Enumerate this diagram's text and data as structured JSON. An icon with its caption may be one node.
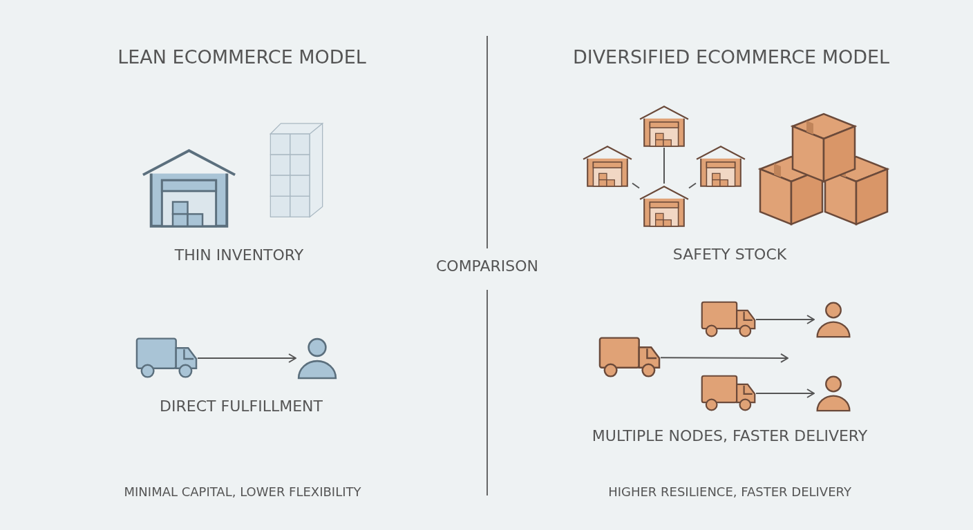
{
  "diagram": {
    "nodes": [
      {
        "text": [],
        "shape": "warehouse"
      },
      {
        "text": [],
        "shape": "boxes"
      },
      {
        "text": [],
        "shape": "truck"
      },
      {
        "text": [],
        "shape": "person"
      },
      {
        "text": [],
        "shape": "warehouse"
      },
      {
        "text": [],
        "shape": "warehouse"
      },
      {
        "text": [],
        "shape": "warehouse"
      },
      {
        "text": [],
        "shape": "warehouse"
      },
      {
        "text": [],
        "shape": "boxes"
      },
      {
        "text": [],
        "shape": "truck"
      },
      {
        "text": [],
        "shape": "truck"
      },
      {
        "text": [],
        "shape": "person"
      },
      {
        "text": [],
        "shape": "truck"
      },
      {
        "text": [],
        "shape": "person"
      }
    ],
    "edges": [
      {
        "from": 2,
        "to": 3,
        "arrow": "to"
      },
      {
        "from": 4,
        "to": 7,
        "arrow": "none"
      },
      {
        "from": 5,
        "to": 7,
        "arrow": "none"
      },
      {
        "from": 6,
        "to": 7,
        "arrow": "none"
      },
      {
        "from": 9,
        "to": null,
        "arrow": "to"
      },
      {
        "from": 10,
        "to": 11,
        "arrow": "to"
      },
      {
        "from": 12,
        "to": 13,
        "arrow": "to"
      }
    ],
    "labels": [
      "LEAN ECOMMERCE MODEL",
      "DIVERSIFIED ECOMMERCE MODEL",
      "THIN INVENTORY",
      "COMPARISON",
      "SAFETY STOCK",
      "DIRECT FULFILLMENT",
      "MULTIPLE NODES, FASTER DELIVERY",
      "MINIMAL CAPITAL, LOWER FLEXIBILITY",
      "HIGHER RESILIENCE, FASTER DELIVERY"
    ]
  }
}
